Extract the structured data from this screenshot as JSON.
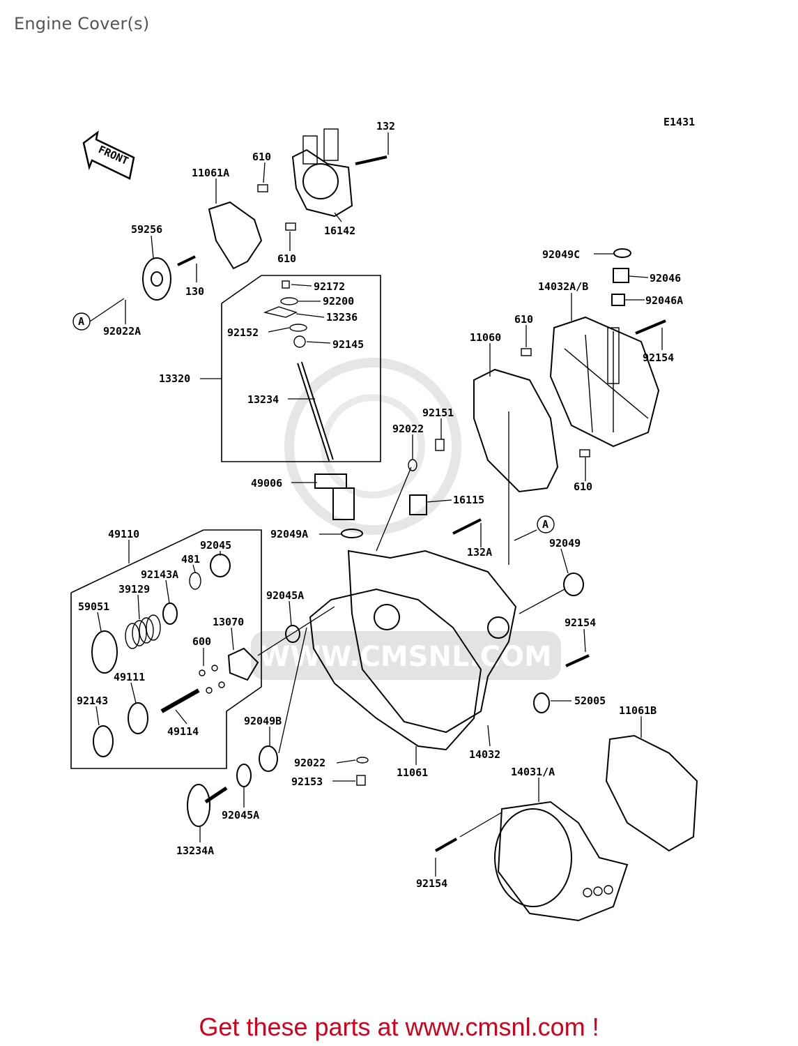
{
  "page": {
    "title": "Engine Cover(s)"
  },
  "diagram": {
    "code": "E1431",
    "front_label": "FRONT",
    "ref_marker": "A",
    "watermark": "WWW.CMSNL.COM",
    "parts": [
      {
        "id": "p-132",
        "label": "132"
      },
      {
        "id": "p-610a",
        "label": "610"
      },
      {
        "id": "p-11061a",
        "label": "11061A"
      },
      {
        "id": "p-16142",
        "label": "16142"
      },
      {
        "id": "p-610b",
        "label": "610"
      },
      {
        "id": "p-59256",
        "label": "59256"
      },
      {
        "id": "p-130",
        "label": "130"
      },
      {
        "id": "p-92022a",
        "label": "92022A"
      },
      {
        "id": "p-92172",
        "label": "92172"
      },
      {
        "id": "p-92200",
        "label": "92200"
      },
      {
        "id": "p-13236",
        "label": "13236"
      },
      {
        "id": "p-92152",
        "label": "92152"
      },
      {
        "id": "p-92145",
        "label": "92145"
      },
      {
        "id": "p-13320",
        "label": "13320"
      },
      {
        "id": "p-13234",
        "label": "13234"
      },
      {
        "id": "p-92049c",
        "label": "92049C"
      },
      {
        "id": "p-92046",
        "label": "92046"
      },
      {
        "id": "p-14032ab",
        "label": "14032A/B"
      },
      {
        "id": "p-92046a",
        "label": "92046A"
      },
      {
        "id": "p-610c",
        "label": "610"
      },
      {
        "id": "p-11060",
        "label": "11060"
      },
      {
        "id": "p-92154a",
        "label": "92154"
      },
      {
        "id": "p-92151",
        "label": "92151"
      },
      {
        "id": "p-92022b",
        "label": "92022"
      },
      {
        "id": "p-610d",
        "label": "610"
      },
      {
        "id": "p-49006",
        "label": "49006"
      },
      {
        "id": "p-16115",
        "label": "16115"
      },
      {
        "id": "p-49110",
        "label": "49110"
      },
      {
        "id": "p-92045",
        "label": "92045"
      },
      {
        "id": "p-481",
        "label": "481"
      },
      {
        "id": "p-92049a",
        "label": "92049A"
      },
      {
        "id": "p-132a",
        "label": "132A"
      },
      {
        "id": "p-92049",
        "label": "92049"
      },
      {
        "id": "p-92143a",
        "label": "92143A"
      },
      {
        "id": "p-39129",
        "label": "39129"
      },
      {
        "id": "p-59051",
        "label": "59051"
      },
      {
        "id": "p-92045a",
        "label": "92045A"
      },
      {
        "id": "p-13070",
        "label": "13070"
      },
      {
        "id": "p-92154b",
        "label": "92154"
      },
      {
        "id": "p-600",
        "label": "600"
      },
      {
        "id": "p-49111",
        "label": "49111"
      },
      {
        "id": "p-52005",
        "label": "52005"
      },
      {
        "id": "p-11061b",
        "label": "11061B"
      },
      {
        "id": "p-92143",
        "label": "92143"
      },
      {
        "id": "p-49114",
        "label": "49114"
      },
      {
        "id": "p-92049b",
        "label": "92049B"
      },
      {
        "id": "p-14032",
        "label": "14032"
      },
      {
        "id": "p-92022c",
        "label": "92022"
      },
      {
        "id": "p-11061",
        "label": "11061"
      },
      {
        "id": "p-14031a",
        "label": "14031/A"
      },
      {
        "id": "p-92153",
        "label": "92153"
      },
      {
        "id": "p-92045a2",
        "label": "92045A"
      },
      {
        "id": "p-13234a",
        "label": "13234A"
      },
      {
        "id": "p-92154c",
        "label": "92154"
      }
    ]
  },
  "footer": {
    "text": "Get these parts at www.cmsnl.com !"
  }
}
